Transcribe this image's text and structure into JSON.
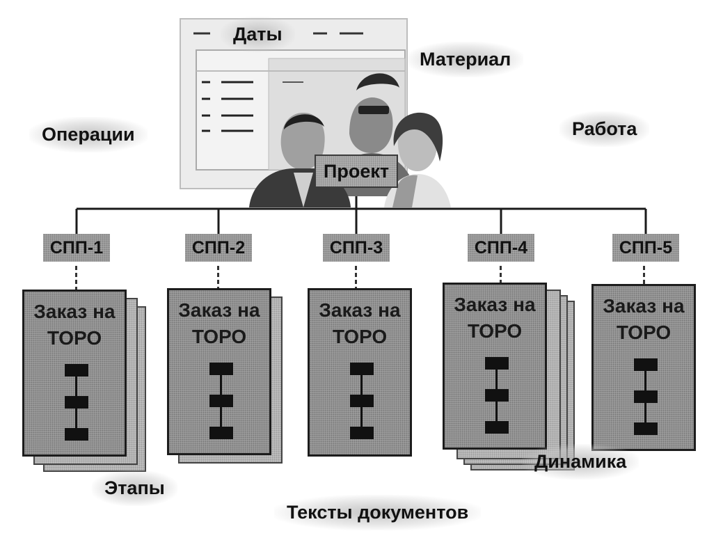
{
  "labels": {
    "dates": "Даты",
    "material": "Материал",
    "operations": "Операции",
    "work": "Работа",
    "project": "Проект",
    "stages": "Этапы",
    "dynamics": "Динамика",
    "doc_texts": "Тексты документов"
  },
  "wbs": [
    {
      "label": "СПП-1",
      "order_title": "Заказ на ТОРО",
      "steps": 3
    },
    {
      "label": "СПП-2",
      "order_title": "Заказ на ТОРО",
      "steps": 3
    },
    {
      "label": "СПП-3",
      "order_title": "Заказ на ТОРО",
      "steps": 3
    },
    {
      "label": "СПП-4",
      "order_title": "Заказ на ТОРО",
      "steps": 3
    },
    {
      "label": "СПП-5",
      "order_title": "Заказ на ТОРО",
      "steps": 3
    }
  ],
  "colors": {
    "line": "#1a1a1a",
    "box_fill": "#a9a9a9",
    "card_fill": "#a3a3a3"
  }
}
